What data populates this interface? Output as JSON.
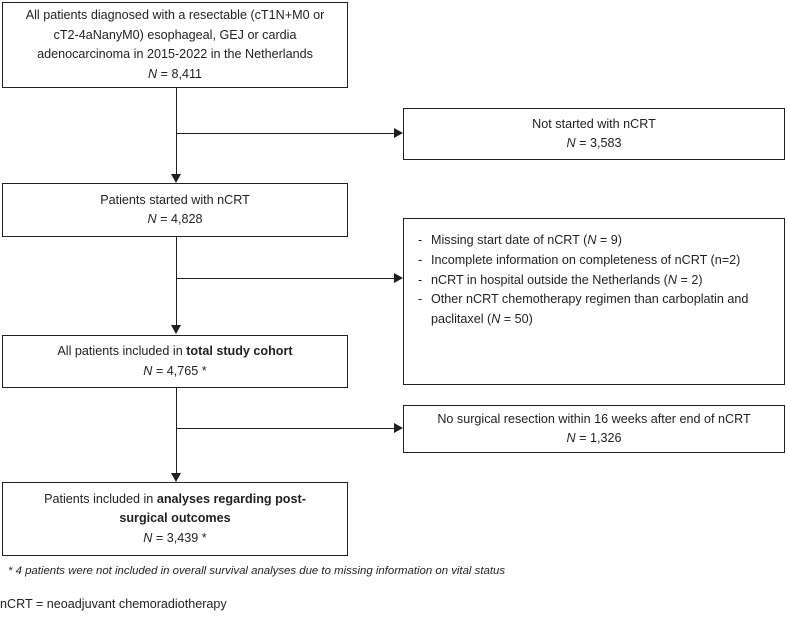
{
  "figure": {
    "type": "flowchart",
    "title": "Patient selection flow diagram",
    "accent_color": "#231f20",
    "background": "#ffffff"
  },
  "nodes": {
    "cohort_total": {
      "line1": "All patients diagnosed with a resectable (cT1N+M0 or",
      "line2": "cT2-4aNanyM0) esophageal, GEJ or cardia",
      "line3": "adenocarcinoma in 2015-2022 in the Netherlands",
      "n_label": "N",
      "n_sep": " = ",
      "n_value": "8,411"
    },
    "excluded_no_ncrt": {
      "line1": "Not started with nCRT",
      "n_label": "N",
      "n_sep": " = ",
      "n_value": "3,583"
    },
    "started_ncrt": {
      "line1": "Patients started with nCRT",
      "n_label": "N",
      "n_sep": " = ",
      "n_value": "4,828"
    },
    "excluded_details": {
      "items": [
        {
          "dash": "-",
          "pre": "Missing start date of nCRT (",
          "n_label": "N",
          "post": " = 9)"
        },
        {
          "dash": "-",
          "pre": "Incomplete information on completeness of nCRT (n=2)",
          "n_label": "",
          "post": ""
        },
        {
          "dash": "-",
          "pre": "nCRT in hospital outside the Netherlands (",
          "n_label": "N",
          "post": " = 2)"
        },
        {
          "dash": "-",
          "pre": "Other nCRT chemotherapy regimen than carboplatin and paclitaxel (",
          "n_label": "N",
          "post": " = 50)"
        }
      ]
    },
    "study_cohort": {
      "pre": "All patients included in ",
      "bold": "total study cohort",
      "n_label": "N",
      "n_sep": " = ",
      "n_value": "4,765 *"
    },
    "excluded_no_surgery": {
      "line1": "No surgical resection within 16 weeks after end of nCRT",
      "n_label": "N",
      "n_sep": " = ",
      "n_value": "1,326"
    },
    "post_surgical": {
      "pre": "Patients included in ",
      "bold": "analyses regarding post-surgical outcomes",
      "n_label": "N",
      "n_sep": " = ",
      "n_value": "3,439 *"
    }
  },
  "annotations": {
    "footnote": "* 4 patients were not included in overall survival analyses due to missing information on vital status",
    "legend": "nCRT = neoadjuvant chemoradiotherapy"
  }
}
